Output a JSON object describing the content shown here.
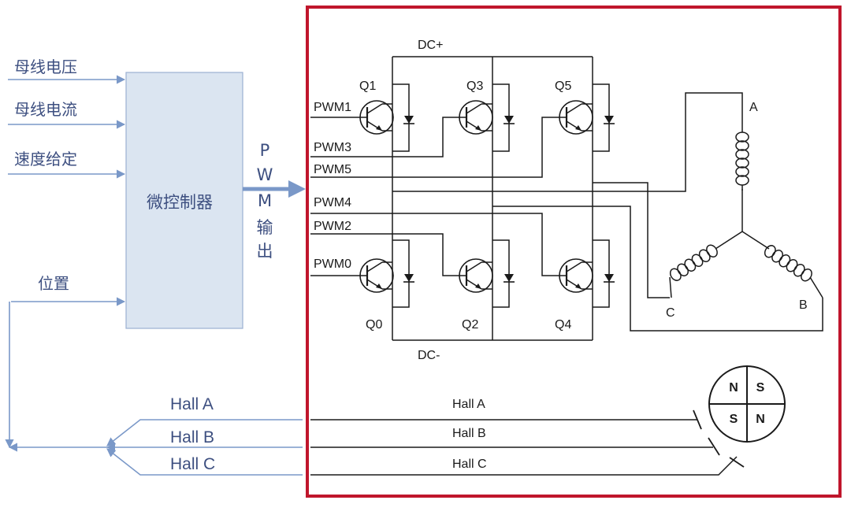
{
  "controller": {
    "inputs": [
      "母线电压",
      "母线电流",
      "速度给定"
    ],
    "label": "微控制器",
    "position_label": "位置",
    "pwm_output_chars": [
      "P",
      "W",
      "M",
      "输",
      "出"
    ]
  },
  "hall_feedback": [
    "Hall A",
    "Hall B",
    "Hall C"
  ],
  "inverter": {
    "dc_plus": "DC+",
    "dc_minus": "DC-",
    "pwm_labels": [
      "PWM1",
      "PWM3",
      "PWM5",
      "PWM4",
      "PWM2",
      "PWM0"
    ],
    "transistors": [
      "Q1",
      "Q3",
      "Q5",
      "Q0",
      "Q2",
      "Q4"
    ],
    "hall_lines": [
      "Hall A",
      "Hall B",
      "Hall C"
    ]
  },
  "motor": {
    "phases": [
      "A",
      "B",
      "C"
    ],
    "rotor_poles": [
      "N",
      "S",
      "S",
      "N"
    ]
  },
  "colors": {
    "frame": "#c0162c",
    "arrow": "#7a98c8",
    "controller_fill": "#dbe5f1",
    "controller_border": "#9bb0d3",
    "text": "#3d4f80",
    "circuit": "#1a1a1a"
  }
}
